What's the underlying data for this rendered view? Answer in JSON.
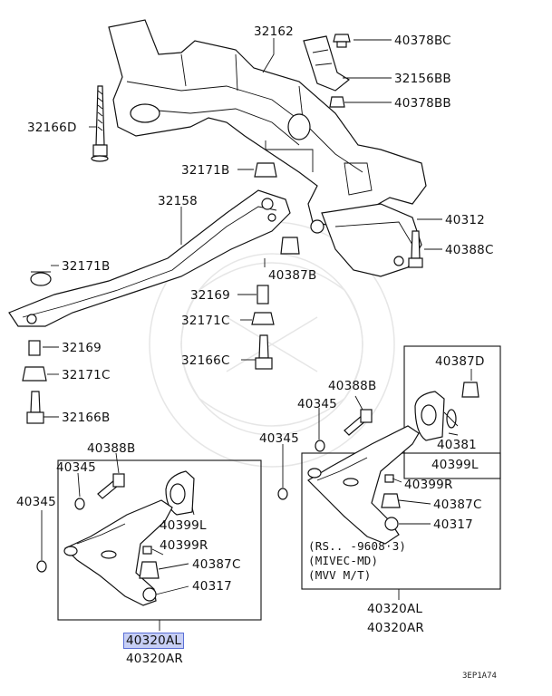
{
  "diagram": {
    "labels": {
      "p32162": "32162",
      "p40378BC": "40378BC",
      "p32156BB": "32156BB",
      "p40378BB": "40378BB",
      "p32166D": "32166D",
      "p32171B_a": "32171B",
      "p32158": "32158",
      "p40312": "40312",
      "p40388C": "40388C",
      "p32171B_b": "32171B",
      "p40387B": "40387B",
      "p32169_a": "32169",
      "p32171C_a": "32171C",
      "p32169_b": "32169",
      "p32166C": "32166C",
      "p32171C_b": "32171C",
      "p32166B": "32166B",
      "p40387D": "40387D",
      "p40388B_r": "40388B",
      "p40345_r1": "40345",
      "p40381": "40381",
      "p40345_r2": "40345",
      "p40399L_r": "40399L",
      "p40399R_r": "40399R",
      "p40387C_r": "40387C",
      "p40317_r": "40317",
      "p40388B_l": "40388B",
      "p40345_l1": "40345",
      "p40345_l2": "40345",
      "p40399L_l": "40399L",
      "p40399R_l": "40399R",
      "p40387C_l": "40387C",
      "p40317_l": "40317",
      "p40320AL_l": "40320AL",
      "p40320AR_l": "40320AR",
      "p40320AL_r": "40320AL",
      "p40320AR_r": "40320AR"
    },
    "note_lines": [
      "(RS..  -9608·3)",
      "(MIVEC-MD)",
      "(MVV M/T)"
    ],
    "figure_code": "3EP1A74"
  }
}
